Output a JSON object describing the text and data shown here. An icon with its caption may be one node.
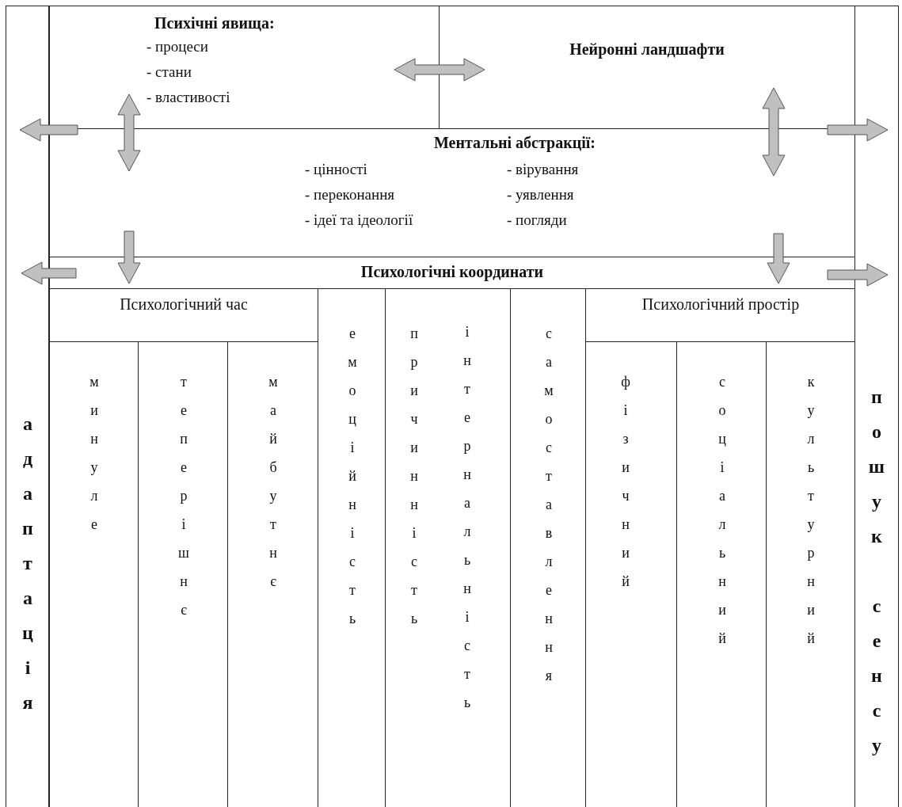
{
  "diagram": {
    "nodes": [
      {
        "text": [
          "адаптація"
        ]
      },
      {
        "text": [
          "Психічні явища:",
          "- процеси",
          "- стани",
          "- властивості"
        ]
      },
      {
        "text": [
          "Нейронні ландшафти"
        ]
      },
      {
        "text": [
          "Ментальні абстракції:",
          "- цінності",
          "- вірування",
          "- переконання",
          "- уявлення",
          "- ідеї та ідеології",
          "- погляди"
        ]
      },
      {
        "text": [
          "Психологічні координати"
        ]
      },
      {
        "text": [
          "Психологічний час"
        ]
      },
      {
        "text": [
          "минуле"
        ]
      },
      {
        "text": [
          "теперішнє"
        ]
      },
      {
        "text": [
          "майбутнє"
        ]
      },
      {
        "text": [
          "емоційність"
        ]
      },
      {
        "text": [
          "причинність",
          "інтернальність"
        ]
      },
      {
        "text": [
          "самоставлення"
        ]
      },
      {
        "text": [
          "Психологічний простір"
        ]
      },
      {
        "text": [
          "фізичний"
        ]
      },
      {
        "text": [
          "соціальний"
        ]
      },
      {
        "text": [
          "культурний"
        ]
      },
      {
        "text": [
          "пошук сенсу"
        ]
      }
    ],
    "edges": [
      {
        "from": 1,
        "to": 2,
        "arrow": "both"
      },
      {
        "from": 1,
        "to": 3,
        "arrow": "both"
      },
      {
        "from": 2,
        "to": 3,
        "arrow": "both"
      },
      {
        "from": 3,
        "to": 4,
        "arrow": "to"
      },
      {
        "from": 3,
        "to": 4,
        "arrow": "to"
      },
      {
        "from": 1,
        "to": 0,
        "arrow": "to"
      },
      {
        "from": 4,
        "to": 0,
        "arrow": "to"
      },
      {
        "from": 2,
        "to": 16,
        "arrow": "to"
      },
      {
        "from": 4,
        "to": 16,
        "arrow": "to"
      }
    ]
  }
}
